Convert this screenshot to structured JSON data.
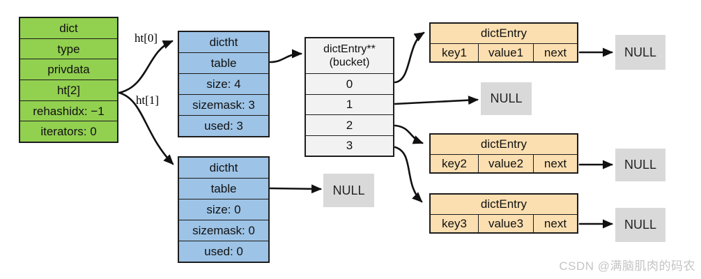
{
  "colors": {
    "green": "#92d050",
    "blue": "#9dc3e6",
    "tan": "#fbdfb1",
    "bucket": "#f2f2f2",
    "gray": "#d9d9d9",
    "line": "#1c1c1c",
    "watermark": "#c4c4c4"
  },
  "dict_box": {
    "rows": [
      "dict",
      "type",
      "privdata",
      "ht[2]",
      "rehashidx: −1",
      "iterators: 0"
    ]
  },
  "pointer_labels": {
    "ht0": "ht[0]",
    "ht1": "ht[1]"
  },
  "dictht_top": {
    "rows": [
      "dictht",
      "table",
      "size: 4",
      "sizemask: 3",
      "used: 3"
    ]
  },
  "dictht_bottom": {
    "rows": [
      "dictht",
      "table",
      "size: 0",
      "sizemask: 0",
      "used: 0"
    ]
  },
  "bucket": {
    "header_line1": "dictEntry**",
    "header_line2": "(bucket)",
    "rows": [
      "0",
      "1",
      "2",
      "3"
    ]
  },
  "entries": [
    {
      "header": "dictEntry",
      "key": "key1",
      "value": "value1",
      "next": "next"
    },
    {
      "header": "dictEntry",
      "key": "key2",
      "value": "value2",
      "next": "next"
    },
    {
      "header": "dictEntry",
      "key": "key3",
      "value": "value3",
      "next": "next"
    }
  ],
  "null_label": "NULL",
  "watermark": "CSDN @满脑肌肉的码农"
}
